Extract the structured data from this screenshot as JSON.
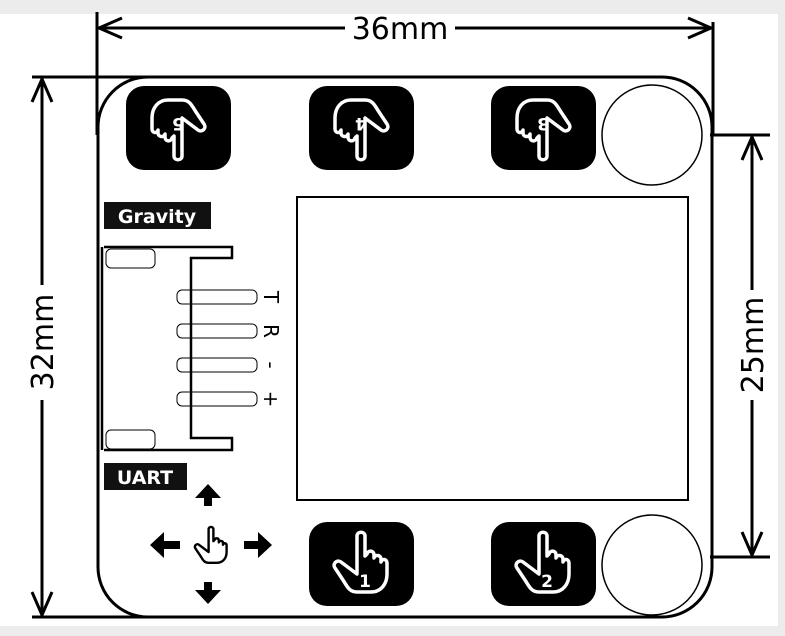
{
  "dimensions": {
    "width": "36mm",
    "height": "32mm",
    "hole_spacing": "25mm"
  },
  "labels": {
    "gravity": "Gravity",
    "uart": "UART"
  },
  "pins": [
    "T",
    "R",
    "-",
    "+"
  ],
  "buttons": {
    "top": [
      "5",
      "4",
      "3"
    ],
    "bottom": [
      "1",
      "2"
    ]
  },
  "icons": {
    "buttons": "pointing-hand-icon",
    "joystick": "hand-with-arrows-icon"
  },
  "colors": {
    "background": "#ececec",
    "board": "#ffffff",
    "ink": "#000000"
  }
}
